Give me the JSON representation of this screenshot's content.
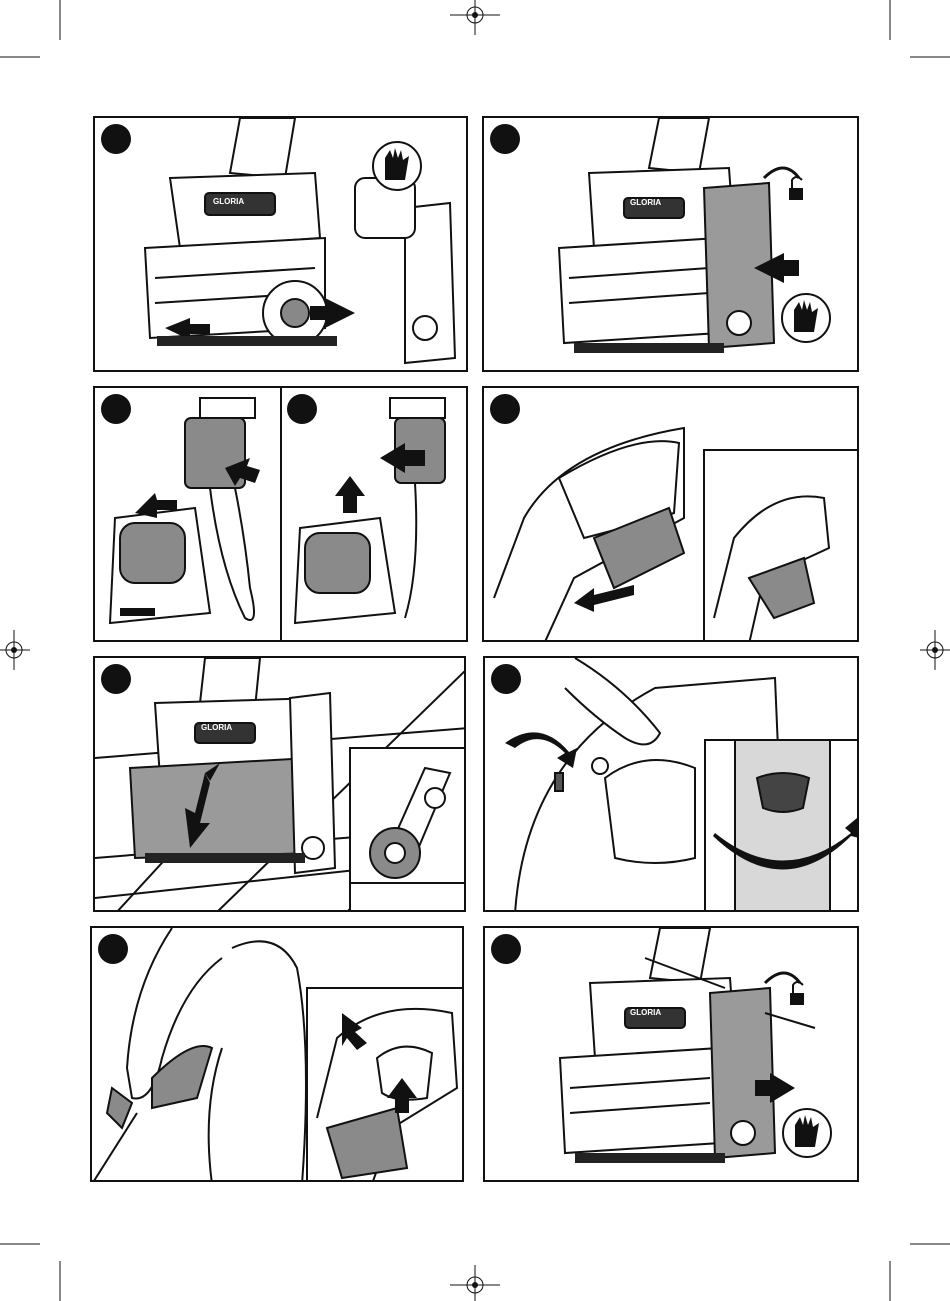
{
  "page": {
    "brand_label": "GLORIA",
    "registered_mark": "®",
    "panel_count": 9,
    "colors": {
      "ink": "#111111",
      "mid_gray": "#8a8a8a",
      "light_gray": "#d8d8d8",
      "paper": "#ffffff"
    }
  },
  "panels": [
    {
      "id": "p1",
      "icon": "gloves-icon",
      "depicts": "brush-roller-removal"
    },
    {
      "id": "p2",
      "icon": "unlock-icon",
      "depicts": "side-cover-attach"
    },
    {
      "id": "p3a",
      "icon": "battery-icon",
      "depicts": "battery-charging-insert"
    },
    {
      "id": "p3b",
      "icon": "battery-icon",
      "depicts": "battery-charging-remove"
    },
    {
      "id": "p4",
      "icon": "battery-icon",
      "depicts": "battery-insert-handle"
    },
    {
      "id": "p5",
      "icon": "rotate-icon",
      "depicts": "brush-rotation-floor"
    },
    {
      "id": "p6",
      "icon": "dial-icon",
      "depicts": "speed-dial-adjust"
    },
    {
      "id": "p7",
      "icon": "trigger-icon",
      "depicts": "operator-switch-on"
    },
    {
      "id": "p8",
      "icon": "gloves-icon",
      "depicts": "side-cover-removal"
    }
  ]
}
